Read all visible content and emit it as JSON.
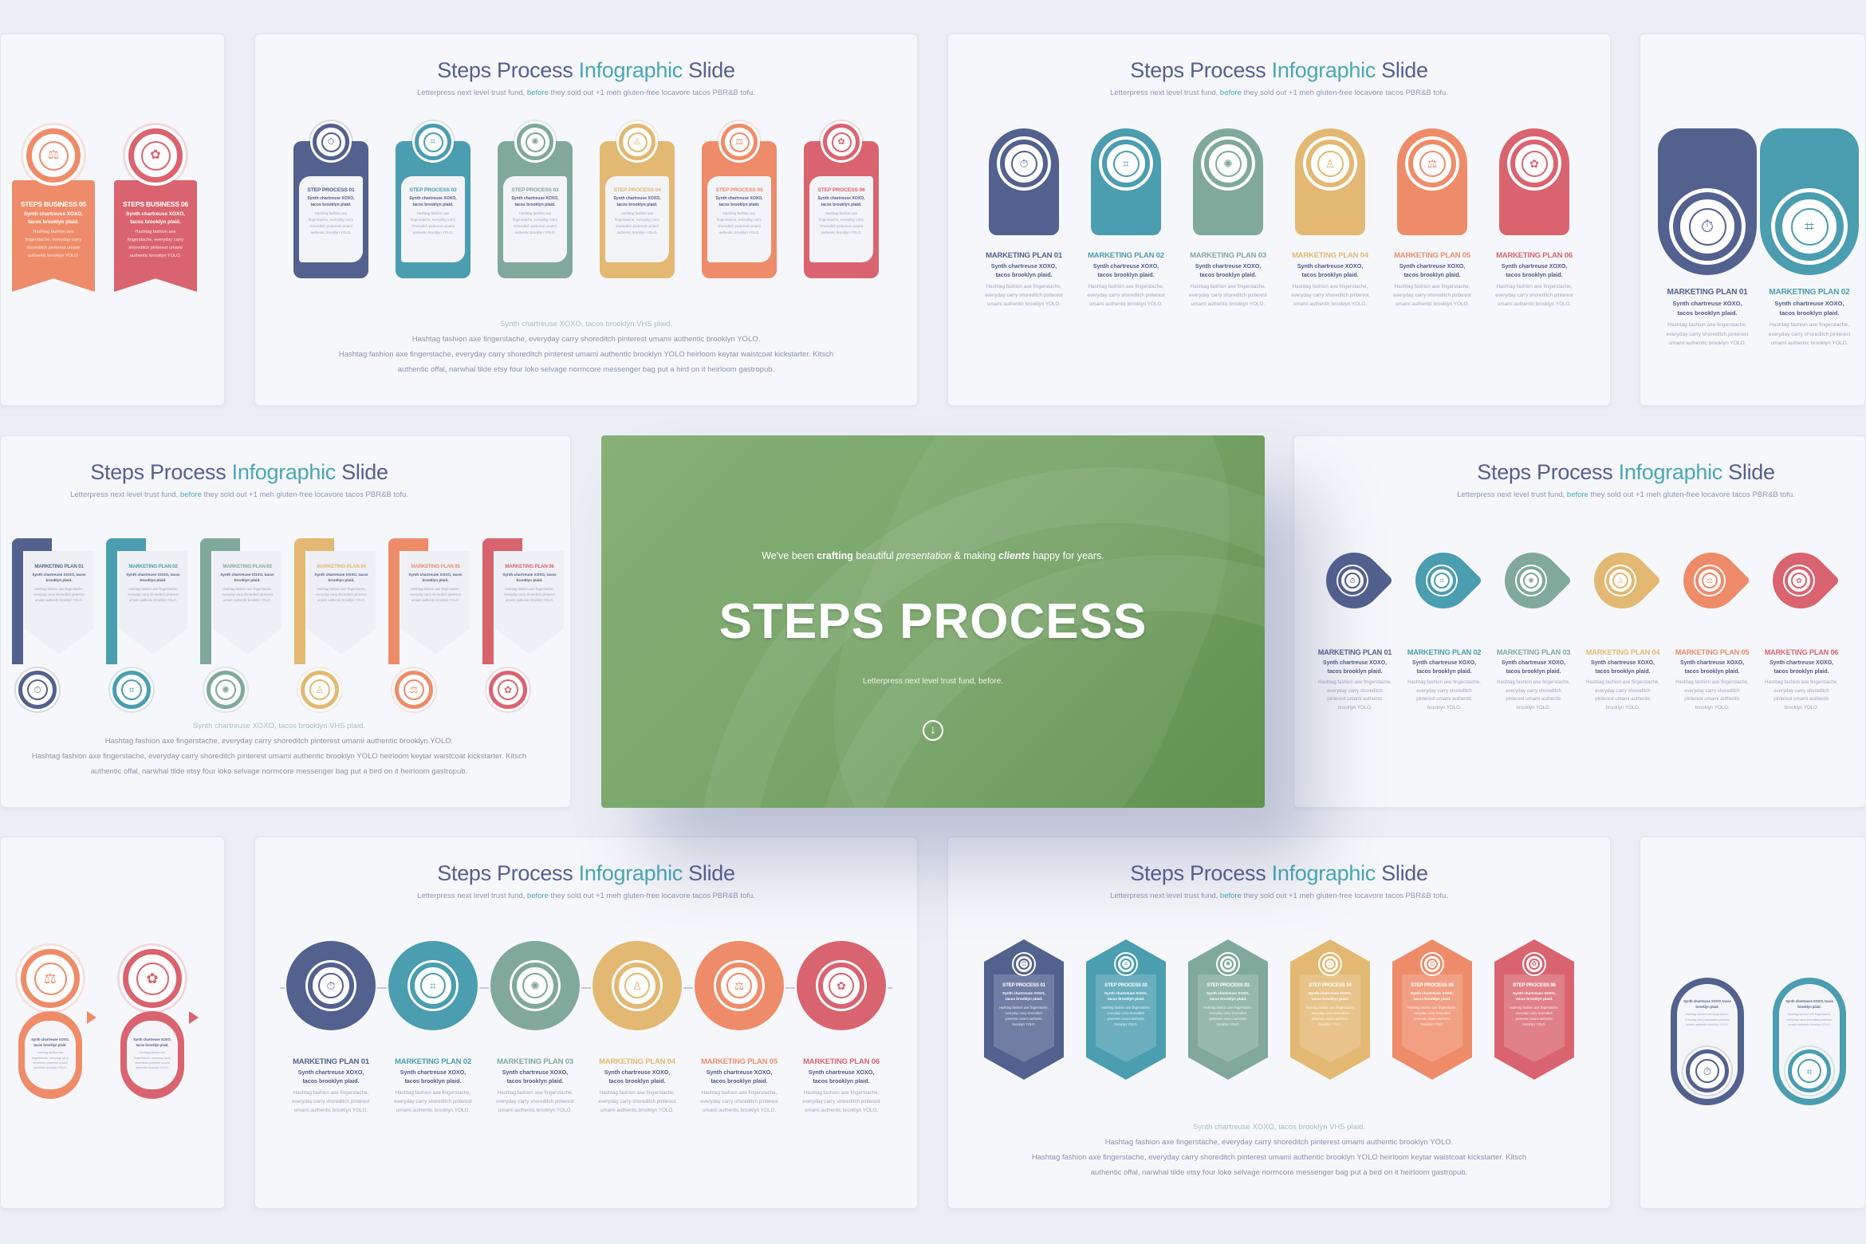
{
  "palette": [
    "#53618f",
    "#4b9db0",
    "#80a99b",
    "#e3b872",
    "#ee8c6a",
    "#d9646f"
  ],
  "step_icons": [
    "stopwatch-icon",
    "qr-code-icon",
    "brain-icon",
    "user-icon",
    "scale-icon",
    "badge-icon"
  ],
  "common": {
    "title_a": "Steps Process ",
    "title_b": "Infographic",
    "title_c": " Slide",
    "sub_a": "Letterpress next level trust fund, ",
    "sub_b": "before",
    "sub_c": " they sold out +1 meh gluten-free locavore tacos PBR&B tofu.",
    "step_bold": "Synth chartreuse XOXO, tacos brooklyn plaid.",
    "step_body": "Hashtag fashion axe fingerstache, everyday carry shoreditch pinterest umami authentic brooklyn YOLO.",
    "footer": [
      "Synth chartreuse XOXO, tacos brooklyn VHS plaid.",
      "Hashtag fashion axe fingerstache, everyday carry shoreditch pinterest umami authentic brooklyn YOLO.",
      "Hashtag fashion axe fingerstache, everyday carry shoreditch pinterest umami authentic brooklyn YOLO heirloom keytar waistcoat kickstarter. Kitsch",
      "authentic offal, narwhal tilde etsy four loko selvage normcore messenger bag put a bird on it heirloom gastropub."
    ]
  },
  "slides": [
    {
      "style": "business",
      "footer": true,
      "steps": [
        {
          "label": "STEPS BUSINESS 05"
        },
        {
          "label": "STEPS BUSINESS 06"
        }
      ]
    },
    {
      "style": "clipboard",
      "footer": true,
      "steps": [
        {
          "label": "STEP PROCESS 01"
        },
        {
          "label": "STEP PROCESS 02"
        },
        {
          "label": "STEP PROCESS 03"
        },
        {
          "label": "STEP PROCESS 04"
        },
        {
          "label": "STEP PROCESS 05"
        },
        {
          "label": "STEP PROCESS 06"
        }
      ]
    },
    {
      "style": "tab",
      "footer": false,
      "steps": [
        {
          "label": "MARKETING PLAN 01"
        },
        {
          "label": "MARKETING PLAN 02"
        },
        {
          "label": "MARKETING PLAN 03"
        },
        {
          "label": "MARKETING PLAN 04"
        },
        {
          "label": "MARKETING PLAN 05"
        },
        {
          "label": "MARKETING PLAN 06"
        }
      ]
    },
    {
      "style": "bp",
      "footer": false,
      "steps": [
        {
          "label": "MARKETING PLAN 01"
        },
        {
          "label": "MARKETING PLAN 02"
        }
      ]
    },
    {
      "style": "pin",
      "footer": true,
      "steps": [
        {
          "label": "MARKETING PLAN 01"
        },
        {
          "label": "MARKETING PLAN 02"
        },
        {
          "label": "MARKETING PLAN 03"
        },
        {
          "label": "MARKETING PLAN 04"
        },
        {
          "label": "MARKETING PLAN 05"
        },
        {
          "label": "MARKETING PLAN 06"
        }
      ]
    },
    {
      "style": "arrow",
      "footer": false,
      "steps": [
        {
          "label": "MARKETING PLAN 01"
        },
        {
          "label": "MARKETING PLAN 02"
        },
        {
          "label": "MARKETING PLAN 03"
        },
        {
          "label": "MARKETING PLAN 04"
        },
        {
          "label": "MARKETING PLAN 05"
        },
        {
          "label": "MARKETING PLAN 06"
        }
      ]
    },
    {
      "style": "eight",
      "footer": true,
      "steps": [
        {
          "label": ""
        },
        {
          "label": ""
        }
      ]
    },
    {
      "style": "dots",
      "footer": false,
      "steps": [
        {
          "label": "MARKETING PLAN 01"
        },
        {
          "label": "MARKETING PLAN 02"
        },
        {
          "label": "MARKETING PLAN 03"
        },
        {
          "label": "MARKETING PLAN 04"
        },
        {
          "label": "MARKETING PLAN 05"
        },
        {
          "label": "MARKETING PLAN 06"
        }
      ]
    },
    {
      "style": "hex",
      "footer": true,
      "steps": [
        {
          "label": "STEP PROCESS 01"
        },
        {
          "label": "STEP PROCESS 02"
        },
        {
          "label": "STEP PROCESS 03"
        },
        {
          "label": "STEP PROCESS 04"
        },
        {
          "label": "STEP PROCESS 05"
        },
        {
          "label": "STEP PROCESS 06"
        }
      ]
    },
    {
      "style": "pill",
      "footer": true,
      "steps": [
        {
          "label": ""
        },
        {
          "label": ""
        }
      ]
    }
  ],
  "hero": {
    "tag_1": "We've been ",
    "tag_2": "crafting",
    "tag_3": " beautiful ",
    "tag_4": "presentation",
    "tag_5": " & making ",
    "tag_6": "clients",
    "tag_7": " happy for years.",
    "title": "STEPS PROCESS",
    "subtitle": "Letterpress next level trust fund, before.",
    "accent": "#6f9f60",
    "icon": "arrow-down-circle-icon"
  }
}
